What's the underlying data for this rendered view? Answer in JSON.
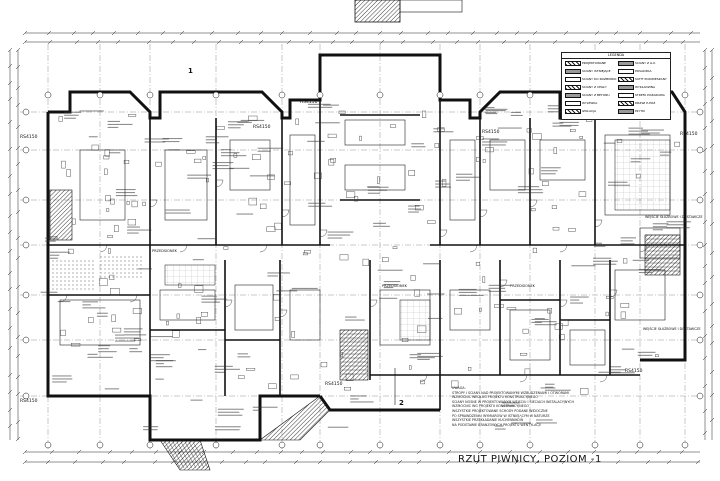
{
  "drawing": {
    "title": "RZUT PIWNICY, POZIOM -1",
    "level_markers": [
      "RS4150",
      "RS4150",
      "RS4150",
      "RS4150",
      "RS4150",
      "RS4150",
      "RS4150",
      "RS4150"
    ],
    "notes_header": "UWAGA:",
    "notes": [
      "STROPY I ŚCIANY NAD PROJEKTOWANYMI WZBUDZENIAMI I OTWORAMI",
      "WZMOCNIĆ WEDŁUG PROJEKTU KONSTRUKCYJNEGO",
      "ŚCIANY NOŚNE W PROJEKTOWANYM WEJŚCIU I SIECIACH INSTALACYJNYCH",
      "WZMOCNIĆ WG PROJEKTU KONSTRUKCYJNEGO",
      "WSZYSTKIE PROJEKTOWANE SCHODY PODANE WIDOCZNE",
      "PO SPRAWDZENIU WYMIARÓW W ISTNIEJĄCYM W NATURZE",
      "WSZYSTKIE PRZEKŁADANIE KUCHENNIKÓW",
      "NA PODSTAWIE BRANŻOWYCH PROJEKTU WENTYLACJI"
    ],
    "room_labels": [
      "PRZEDSIONEK",
      "PRZEDSIONEK",
      "PRZEDSIONEK",
      "WEJŚCIE SŁUŻBOWE I DOSTAWCZE",
      "WEJŚCIE SŁUŻBOWE I DOSTAWCZE"
    ],
    "section_marks": [
      "1",
      "2"
    ]
  },
  "legend": {
    "header": "LEGENDA",
    "items": [
      "PROJEKTOWANE",
      "ŚCIANY ISTNIEJĄCE",
      "ŚCIANY DO ROZBIÓRKI",
      "ŚCIANY Z CEGŁY",
      "ŚCIANY Z BETONU",
      "WYLEWKA",
      "IZOLACJA",
      "ŚCIANY Z G-K",
      "POSADZKA",
      "SUFIT PODWIESZANY",
      "WYKŁADZINA",
      "STREFA POŻAROWA",
      "DRZWI P-POŻ",
      "PŁYTKI"
    ]
  },
  "colors": {
    "ink": "#111111",
    "hatch": "#444444",
    "paper": "#ffffff"
  }
}
